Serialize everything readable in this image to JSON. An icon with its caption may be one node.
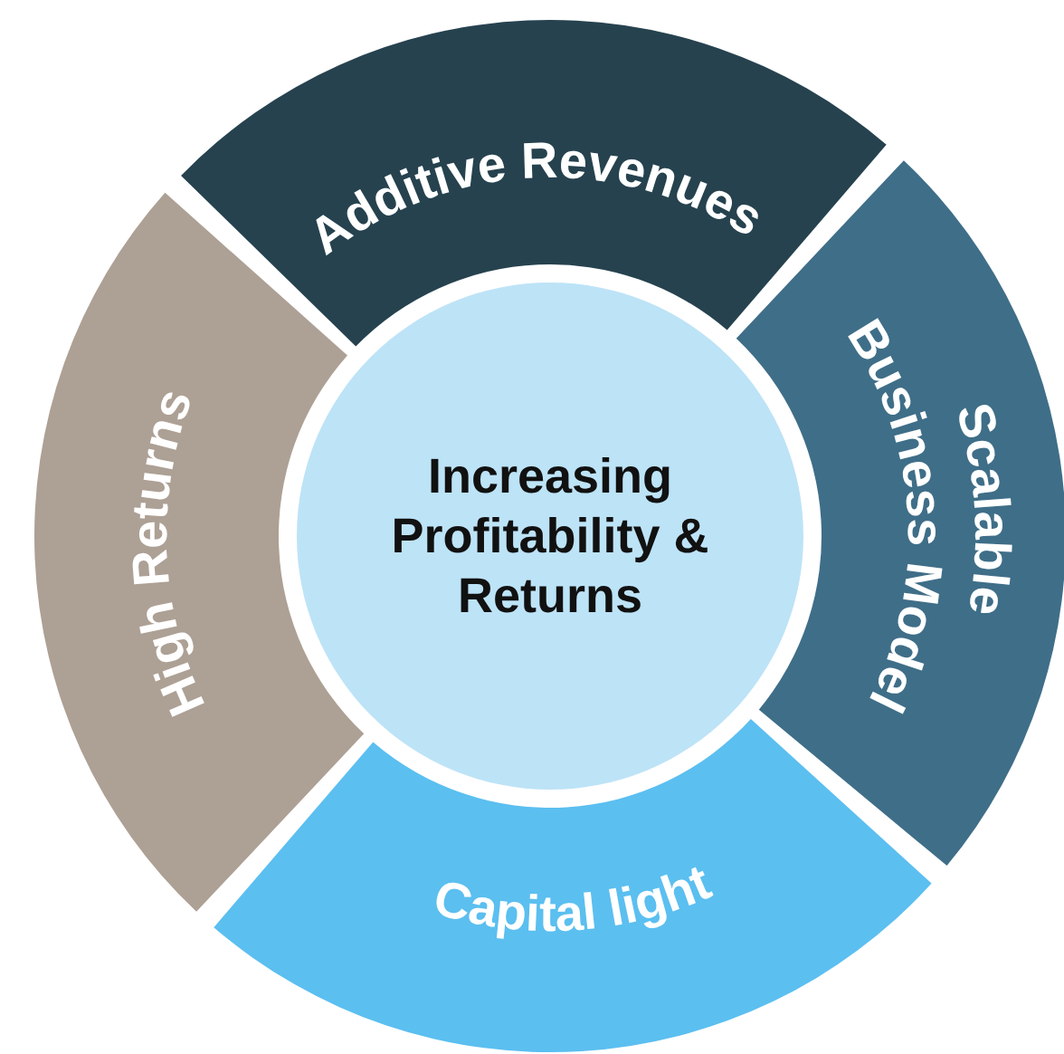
{
  "diagram": {
    "nodes": [
      {
        "text": [
          "Additive Revenues"
        ]
      },
      {
        "text": [
          "Scalable Business Model"
        ]
      },
      {
        "text": [
          "Capital light"
        ]
      },
      {
        "text": [
          "High Returns"
        ]
      },
      {
        "text": [
          "Increasing Profitability & Returns"
        ]
      }
    ]
  }
}
